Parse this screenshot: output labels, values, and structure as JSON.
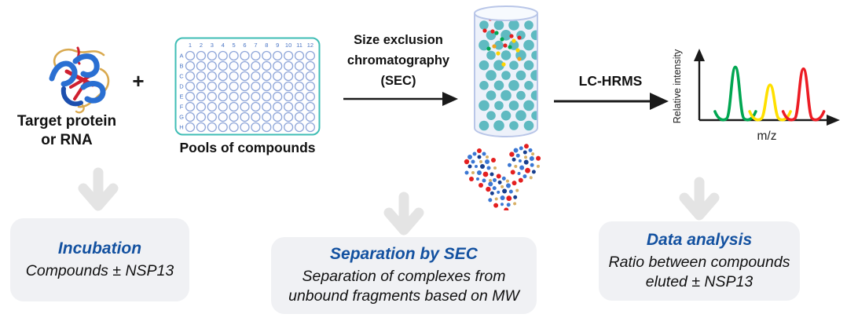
{
  "palette": {
    "heading_blue": "#1351a0",
    "box_bg": "#f0f1f4",
    "gray_arrow": "#e4e4e4",
    "black_arrow": "#1a1a1a",
    "plate_border": "#3fbdb5",
    "well_stroke": "#8fa6d9",
    "plate_label_blue": "#4a74c4",
    "column_fill": "#edf1fa",
    "column_border": "#b9c6e8",
    "bead_teal": "#5fbac1",
    "compound_green": "#00a651",
    "compound_yellow": "#ffd400",
    "compound_orange": "#f0a31e",
    "compound_red": "#e41f1f"
  },
  "step1": {
    "target_lines": [
      "Target protein",
      "or RNA"
    ],
    "plus": "+",
    "plate_label": "Pools of compounds",
    "plate": {
      "columns": [
        "1",
        "2",
        "3",
        "4",
        "5",
        "6",
        "7",
        "8",
        "9",
        "10",
        "11",
        "12"
      ],
      "rows": [
        "A",
        "B",
        "C",
        "D",
        "E",
        "F",
        "G",
        "H"
      ]
    }
  },
  "step2": {
    "sec_lines": [
      "Size exclusion",
      "chromatography",
      "(SEC)"
    ]
  },
  "step3": {
    "label": "LC-HRMS"
  },
  "chart_data": {
    "type": "line",
    "title": "",
    "xlabel": "m/z",
    "ylabel": "Relative intensity",
    "axes": "black arrows, no ticks, no grid",
    "series": [
      {
        "name": "compound-green",
        "color": "#00a651",
        "x_frac": 0.27,
        "height_frac": 0.85
      },
      {
        "name": "compound-yellow",
        "color": "#ffe000",
        "x_frac": 0.53,
        "height_frac": 0.55
      },
      {
        "name": "compound-red",
        "color": "#ec1c24",
        "x_frac": 0.78,
        "height_frac": 0.82
      }
    ]
  },
  "boxes": [
    {
      "title": "Incubation",
      "lines": [
        "Compounds ± NSP13"
      ]
    },
    {
      "title": "Separation by SEC",
      "lines": [
        "Separation of complexes from",
        "unbound fragments based on MW"
      ]
    },
    {
      "title": "Data analysis",
      "lines": [
        "Ratio between compounds",
        "eluted ± NSP13"
      ]
    }
  ]
}
